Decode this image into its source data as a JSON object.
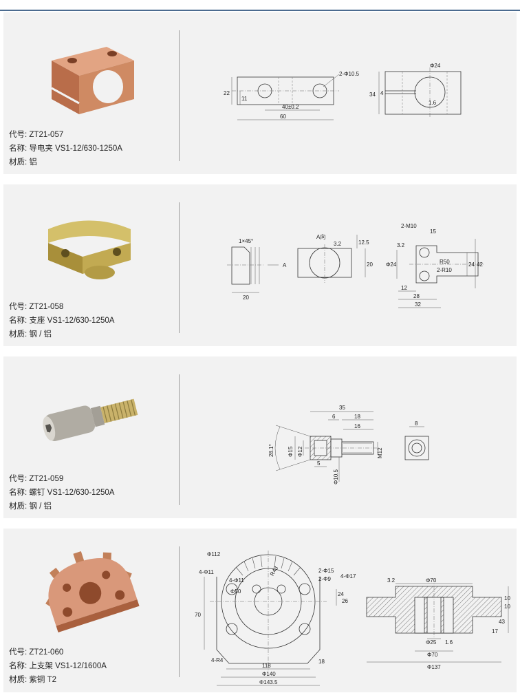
{
  "labels": {
    "code": "代号: ",
    "name": "名称: ",
    "material": "材质: "
  },
  "parts": [
    {
      "code": "ZT21-057",
      "name": "导电夹 VS1-12/630-1250A",
      "material": "铝",
      "photo_color": "#c9825e",
      "dims": {
        "d1": "2-Φ10.5",
        "d2": "22",
        "d3": "11",
        "d4": "40±0.2",
        "d5": "60",
        "d6": "Φ24",
        "d7": "34",
        "d8": "4",
        "d9": "1.6"
      }
    },
    {
      "code": "ZT21-058",
      "name": "支座 VS1-12/630-1250A",
      "material": "钢 / 铝",
      "photo_color": "#b9a24c",
      "dims": {
        "d1": "1×45°",
        "d2": "20",
        "d3": "A",
        "d4": "A向",
        "d5": "3.2",
        "d6": "12.5",
        "d7": "20",
        "d8": "2-M10",
        "d9": "15",
        "d10": "3.2",
        "d11": "Φ24",
        "d12": "R50",
        "d13": "2-R10",
        "d14": "24",
        "d15": "42",
        "d16": "12",
        "d17": "28",
        "d18": "32"
      }
    },
    {
      "code": "ZT21-059",
      "name": "螺钉 VS1-12/630-1250A",
      "material": "钢 / 铝",
      "photo_color": "#a9a59c",
      "dims": {
        "d1": "35",
        "d2": "6",
        "d3": "18",
        "d4": "16",
        "d5": "8",
        "d6": "28.1°",
        "d7": "Φ15",
        "d8": "Φ12",
        "d9": "M12",
        "d10": "5",
        "d11": "Φ10.5"
      }
    },
    {
      "code": "ZT21-060",
      "name": "上支架 VS1-12/1600A",
      "material": "紫铜 T2",
      "photo_color": "#c98a62",
      "dims": {
        "d1": "Φ112",
        "d2": "4-Φ11",
        "d3": "4-Φ11",
        "d4": "Φ50",
        "d5": "R43",
        "d6": "2-Φ15",
        "d7": "2-Φ9",
        "d8": "4-Φ17",
        "d9": "70",
        "d10": "24",
        "d11": "26",
        "d12": "4-R4",
        "d13": "18",
        "d14": "118",
        "d15": "Φ140",
        "d16": "Φ143.5",
        "d17": "Φ70",
        "d18": "3.2",
        "d19": "10",
        "d20": "10",
        "d21": "43",
        "d22": "17",
        "d23": "Φ25",
        "d24": "1.6",
        "d25": "Φ70",
        "d26": "Φ137"
      }
    }
  ]
}
